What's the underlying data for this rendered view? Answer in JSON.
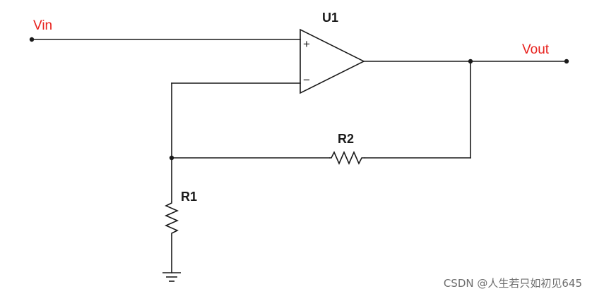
{
  "labels": {
    "vin": "Vin",
    "vout": "Vout",
    "opamp": "U1",
    "r_feedback": "R2",
    "r_ground": "R1",
    "pin_plus": "+",
    "pin_minus": "−"
  },
  "colors": {
    "signal_label": "#e8211d",
    "line": "#1a1a1a"
  },
  "watermark": "CSDN @人生若只如初见645"
}
